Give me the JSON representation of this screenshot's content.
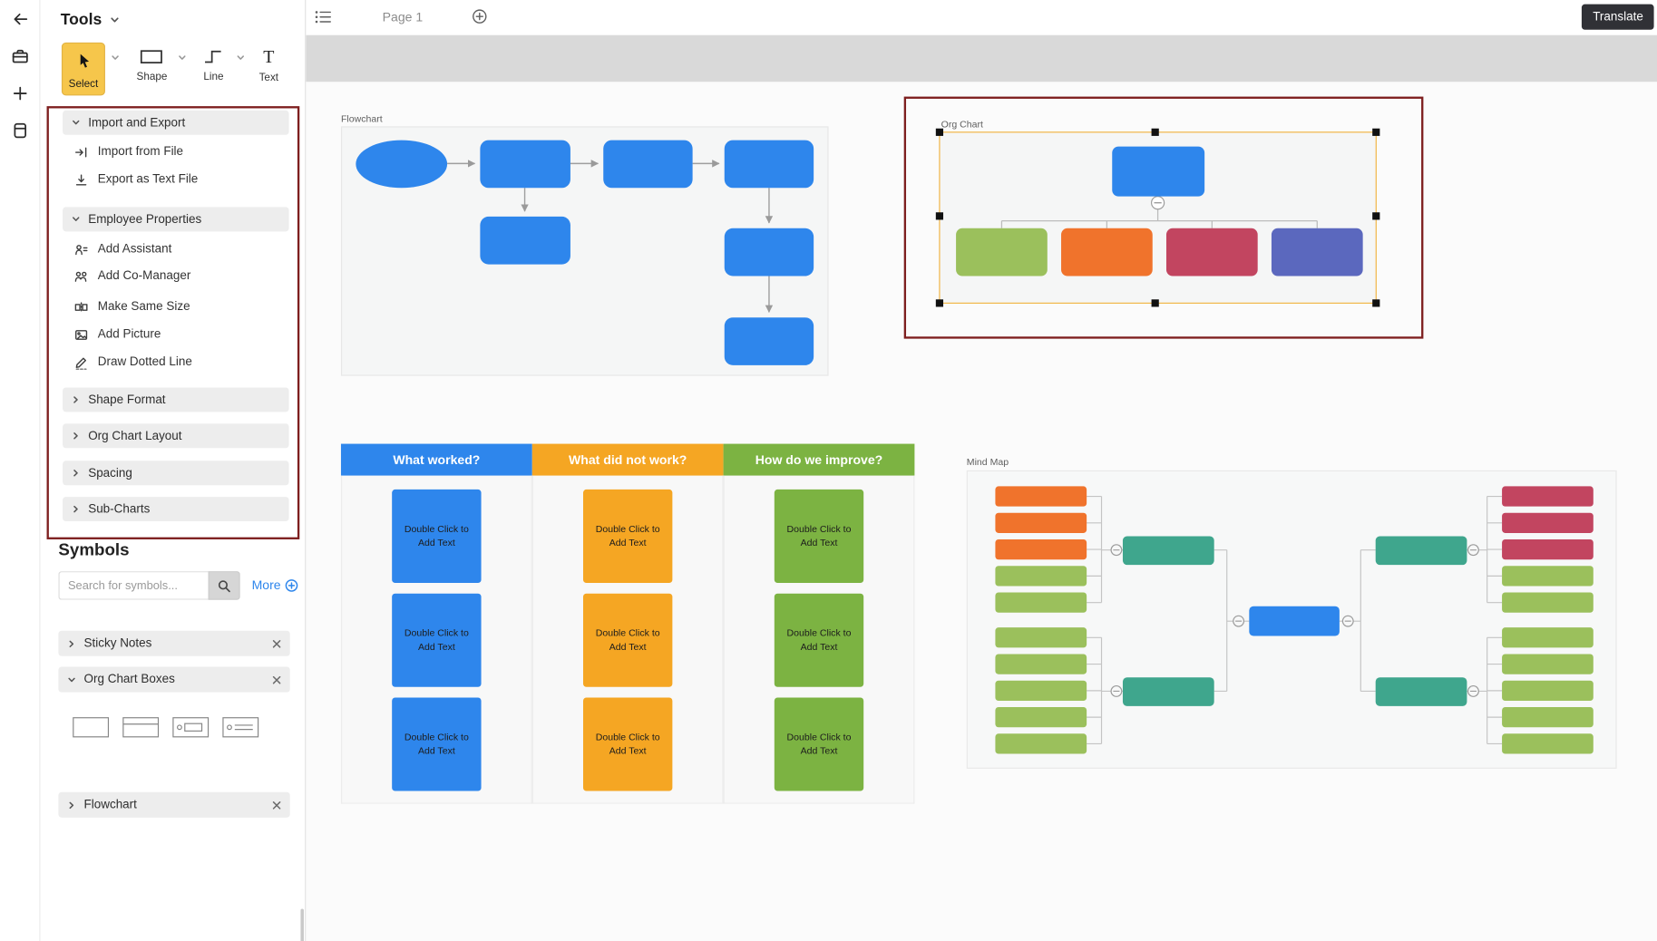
{
  "palette": {
    "blue": "#2E86EC",
    "amber": "#F5A623",
    "orange": "#F0732C",
    "green": "#7CB342",
    "lightgreen": "#9BC05C",
    "crimson": "#C24560",
    "indigo": "#5B68BE",
    "teal": "#3FA68D",
    "select-yellow": "#F6C64B",
    "annotation-red": "#7E1F1F",
    "selection-gold": "#F2B544",
    "dark-btn": "#303136",
    "band-gray": "#D9D9D9"
  },
  "icons": {
    "rail": [
      "back-icon",
      "toolbox-icon",
      "add-icon",
      "library-icon"
    ],
    "toolbar": [
      "cursor-icon",
      "rectangle-icon",
      "elbow-line-icon",
      "text-icon"
    ],
    "misc": [
      "search-icon",
      "plus-circle-icon",
      "close-icon",
      "chevron-icon",
      "list-icon",
      "collapse-toggle-icon"
    ]
  },
  "topbar": {
    "page_tab": "Page 1",
    "translate_label": "Translate"
  },
  "sidebar": {
    "title": "Tools",
    "tools": [
      {
        "label": "Select",
        "active": true
      },
      {
        "label": "Shape"
      },
      {
        "label": "Line"
      },
      {
        "label": "Text"
      }
    ],
    "panel": {
      "sections": [
        {
          "label": "Import and Export",
          "expanded": true,
          "items": [
            {
              "label": "Import from File"
            },
            {
              "label": "Export as Text File"
            }
          ]
        },
        {
          "label": "Employee Properties",
          "expanded": true,
          "items": [
            {
              "label": "Add Assistant"
            },
            {
              "label": "Add Co-Manager"
            },
            {
              "label": "Make Same Size"
            },
            {
              "label": "Add Picture"
            },
            {
              "label": "Draw Dotted Line"
            }
          ]
        },
        {
          "label": "Shape Format",
          "expanded": false
        },
        {
          "label": "Org Chart Layout",
          "expanded": false
        },
        {
          "label": "Spacing",
          "expanded": false
        },
        {
          "label": "Sub-Charts",
          "expanded": false
        }
      ]
    },
    "symbols": {
      "title": "Symbols",
      "search_placeholder": "Search for symbols...",
      "more_label": "More",
      "groups": [
        {
          "label": "Sticky Notes",
          "expanded": false
        },
        {
          "label": "Org Chart Boxes",
          "expanded": true
        },
        {
          "label": "Flowchart",
          "expanded": false
        }
      ]
    }
  },
  "canvas": {
    "flowchart": {
      "label": "Flowchart"
    },
    "org_chart": {
      "label": "Org Chart",
      "root_color": "blue",
      "children": [
        "lightgreen",
        "orange",
        "crimson",
        "indigo"
      ]
    },
    "retro": {
      "columns": [
        {
          "header": "What worked?",
          "color": "blue"
        },
        {
          "header": "What did not work?",
          "color": "amber"
        },
        {
          "header": "How do we improve?",
          "color": "green"
        }
      ],
      "card_label": "Double Click to Add Text",
      "cards_per_column": 3
    },
    "mind_map": {
      "label": "Mind Map",
      "center_color": "blue",
      "branch_color": "teal",
      "left_top_nodes": [
        "orange",
        "orange",
        "orange",
        "lightgreen",
        "lightgreen"
      ],
      "left_bottom_nodes": [
        "lightgreen",
        "lightgreen",
        "lightgreen",
        "lightgreen",
        "lightgreen"
      ],
      "right_top_nodes": [
        "crimson",
        "crimson",
        "crimson",
        "lightgreen",
        "lightgreen"
      ],
      "right_bottom_nodes": [
        "lightgreen",
        "lightgreen",
        "lightgreen",
        "lightgreen",
        "lightgreen"
      ]
    }
  }
}
